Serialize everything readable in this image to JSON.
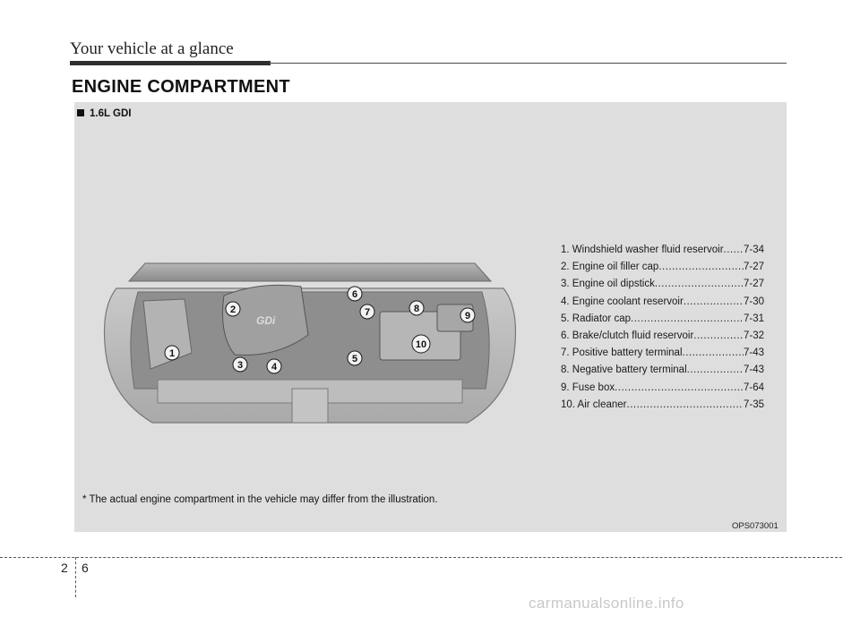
{
  "header": {
    "title": "Your vehicle at a glance"
  },
  "section": {
    "title": "ENGINE COMPARTMENT"
  },
  "variant": {
    "label": "1.6L GDI"
  },
  "illustration": {
    "engine_badge": "GDi",
    "callouts": [
      "1",
      "2",
      "3",
      "4",
      "5",
      "6",
      "7",
      "8",
      "9",
      "10"
    ]
  },
  "legend": [
    {
      "label": "1. Windshield washer fluid reservoir",
      "page": "7-34"
    },
    {
      "label": "2. Engine oil filler cap",
      "page": "7-27"
    },
    {
      "label": "3. Engine oil dipstick",
      "page": "7-27"
    },
    {
      "label": "4. Engine coolant reservoir",
      "page": "7-30"
    },
    {
      "label": "5. Radiator cap",
      "page": "7-31"
    },
    {
      "label": "6. Brake/clutch fluid reservoir",
      "page": "7-32"
    },
    {
      "label": "7. Positive battery terminal",
      "page": "7-43"
    },
    {
      "label": "8. Negative battery terminal",
      "page": "7-43"
    },
    {
      "label": "9. Fuse box",
      "page": "7-64"
    },
    {
      "label": "10. Air cleaner",
      "page": "7-35"
    }
  ],
  "note": "* The actual engine compartment in the vehicle may differ from the illustration.",
  "figure_code": "OPS073001",
  "page_numbers": {
    "chapter": "2",
    "page": "6"
  },
  "watermark": "carmanualsonline.info"
}
